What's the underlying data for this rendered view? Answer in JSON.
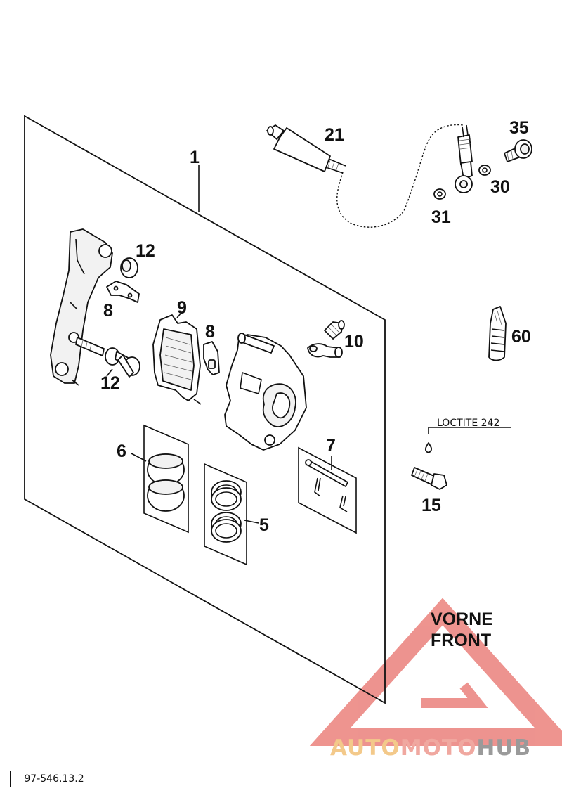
{
  "diagram": {
    "labels": {
      "p1": "1",
      "p5": "5",
      "p6": "6",
      "p7": "7",
      "p8a": "8",
      "p8b": "8",
      "p9": "9",
      "p10": "10",
      "p12a": "12",
      "p12b": "12",
      "p15": "15",
      "p21": "21",
      "p30": "30",
      "p31": "31",
      "p35": "35",
      "p60": "60"
    },
    "loctite_note": "LOCTITE 242",
    "orientation_line1": "VORNE",
    "orientation_line2": "FRONT",
    "drawing_code": "97-546.13.2"
  },
  "watermark": {
    "part1": "AUTO",
    "part2": "MOTO",
    "part3": "HUB",
    "colors": {
      "auto": "#f3c98a",
      "moto": "#f0a8a0",
      "hub": "#9a9a9a",
      "triangle": "#e8706a"
    }
  }
}
